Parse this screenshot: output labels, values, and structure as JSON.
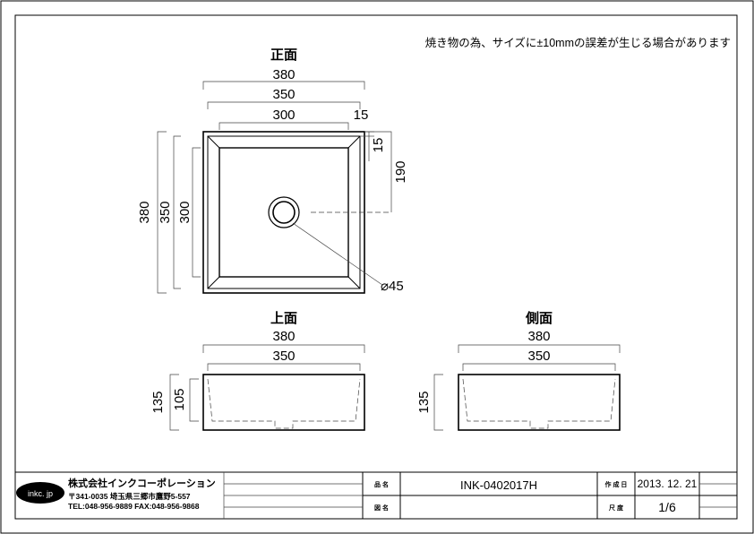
{
  "note": "焼き物の為、サイズに±10mmの誤差が生じる場合があります",
  "front_view": {
    "title": "正面",
    "dims": {
      "w380": "380",
      "w350": "350",
      "w300": "300",
      "w15": "15",
      "h380": "380",
      "h350": "350",
      "h300": "300",
      "h15": "15",
      "h190": "190",
      "drain": "⌀45"
    }
  },
  "top_view": {
    "title": "上面",
    "dims": {
      "w380": "380",
      "w350": "350",
      "h135": "135",
      "h105": "105"
    }
  },
  "side_view": {
    "title": "側面",
    "dims": {
      "w380": "380",
      "w350": "350",
      "h135": "135"
    }
  },
  "title_block": {
    "logo": "inkc. jp",
    "company": "株式会社インクコーポレーション",
    "address": "〒341-0035 埼玉県三郷市鷹野5-557",
    "contact": "TEL:048-956-9889  FAX:048-956-9868",
    "product_name_label": "品 名",
    "product_name": "INK-0402017H",
    "drawing_name_label": "図 名",
    "drawing_name": "",
    "created_label": "作 成 日",
    "created_date": "2013. 12. 21",
    "scale_label": "尺 度",
    "scale": "1/6"
  }
}
